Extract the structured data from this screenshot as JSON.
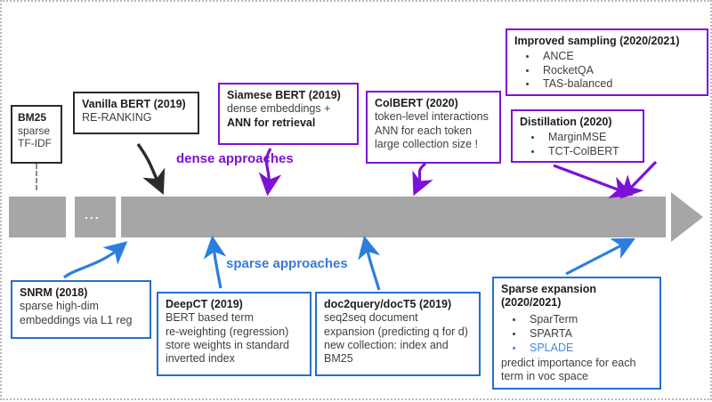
{
  "diagram": {
    "title": "Neural information retrieval approaches timeline",
    "colors": {
      "dense_accent": "#7d11d6",
      "sparse_accent": "#246fce",
      "baseline_border": "#2b2b2b",
      "timeline_bar": "#a6a6a6",
      "body_text": "#3f3f3f",
      "splade_highlight": "#3f8ae0"
    },
    "labels": {
      "dense": "dense\napproaches",
      "dense_line1": "dense",
      "dense_line2": "approaches",
      "sparse": "sparse approaches"
    },
    "timeline": {
      "ellipsis": "...",
      "segments": 3,
      "arrowhead": "right-triangle"
    },
    "boxes": {
      "bm25": {
        "title": "BM25",
        "lines": [
          "sparse",
          "TF-IDF"
        ]
      },
      "vanilla_bert": {
        "title": "Vanilla BERT (2019)",
        "lines": [
          "RE-RANKING"
        ]
      },
      "siamese_bert": {
        "title": "Siamese BERT (2019)",
        "lines": [
          "dense embeddings +"
        ],
        "bold_line": "ANN for retrieval"
      },
      "colbert": {
        "title": "ColBERT (2020)",
        "lines": [
          "token-level interactions",
          "ANN for each token",
          "large collection size !"
        ]
      },
      "improved_sampling": {
        "title": "Improved sampling (2020/2021)",
        "bullets": [
          "ANCE",
          "RocketQA",
          "TAS-balanced"
        ]
      },
      "distillation": {
        "title": "Distillation (2020)",
        "bullets": [
          "MarginMSE",
          "TCT-ColBERT"
        ]
      },
      "snrm": {
        "title": "SNRM (2018)",
        "lines": [
          "sparse high-dim",
          "embeddings via L1 reg"
        ]
      },
      "deepct": {
        "title": "DeepCT (2019)",
        "lines": [
          "BERT based term",
          "re-weighting (regression)",
          "store weights in standard",
          "inverted index"
        ]
      },
      "doc2query": {
        "title": "doc2query/docT5 (2019)",
        "lines": [
          "seq2seq document",
          "expansion (predicting q for d)",
          "new collection: index and",
          "BM25"
        ]
      },
      "sparse_expansion": {
        "title_line1": "Sparse expansion",
        "title_line2": "(2020/2021)",
        "bullets": [
          "SparTerm",
          "SPARTA",
          "SPLADE"
        ],
        "highlight_bullet": "SPLADE",
        "footer_lines": [
          "predict importance for each",
          "term in voc space"
        ]
      }
    }
  }
}
